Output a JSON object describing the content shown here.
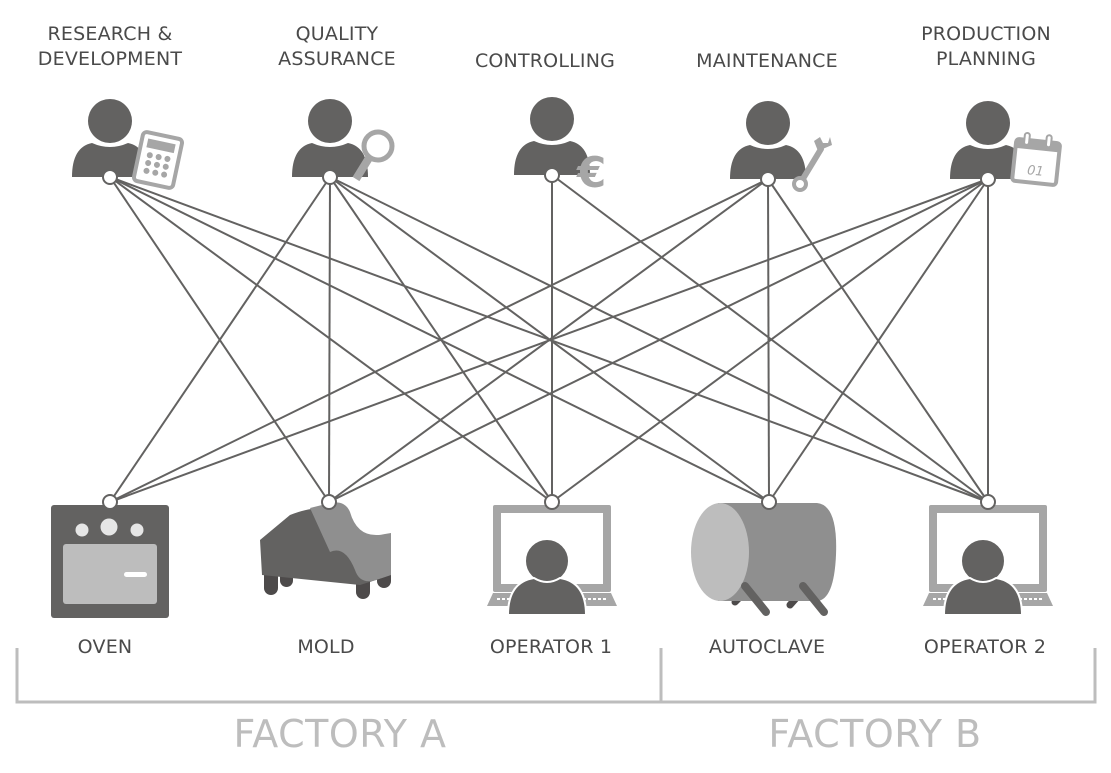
{
  "departments": [
    {
      "id": "rd",
      "label": "RESEARCH &\nDEVELOPMENT",
      "icon": "calculator-icon"
    },
    {
      "id": "qa",
      "label": "QUALITY\nASSURANCE",
      "icon": "magnifier-icon"
    },
    {
      "id": "ctrl",
      "label": "CONTROLLING",
      "icon": "euro-icon"
    },
    {
      "id": "maint",
      "label": "MAINTENANCE",
      "icon": "wrench-icon"
    },
    {
      "id": "pp",
      "label": "PRODUCTION\nPLANNING",
      "icon": "calendar-icon",
      "calendar_text": "01"
    }
  ],
  "resources": [
    {
      "id": "oven",
      "label": "OVEN",
      "icon": "oven-icon"
    },
    {
      "id": "mold",
      "label": "MOLD",
      "icon": "mold-icon"
    },
    {
      "id": "op1",
      "label": "OPERATOR 1",
      "icon": "operator-computer-icon"
    },
    {
      "id": "autoclave",
      "label": "AUTOCLAVE",
      "icon": "autoclave-icon"
    },
    {
      "id": "op2",
      "label": "OPERATOR 2",
      "icon": "operator-computer-icon"
    }
  ],
  "connections": [
    [
      "rd",
      "mold"
    ],
    [
      "rd",
      "op1"
    ],
    [
      "rd",
      "autoclave"
    ],
    [
      "rd",
      "op2"
    ],
    [
      "qa",
      "oven"
    ],
    [
      "qa",
      "mold"
    ],
    [
      "qa",
      "op1"
    ],
    [
      "qa",
      "autoclave"
    ],
    [
      "qa",
      "op2"
    ],
    [
      "ctrl",
      "op1"
    ],
    [
      "ctrl",
      "op2"
    ],
    [
      "maint",
      "oven"
    ],
    [
      "maint",
      "mold"
    ],
    [
      "maint",
      "autoclave"
    ],
    [
      "maint",
      "op2"
    ],
    [
      "pp",
      "oven"
    ],
    [
      "pp",
      "mold"
    ],
    [
      "pp",
      "op1"
    ],
    [
      "pp",
      "autoclave"
    ],
    [
      "pp",
      "op2"
    ]
  ],
  "factories": [
    {
      "label": "FACTORY A",
      "members": [
        "oven",
        "mold",
        "op1"
      ]
    },
    {
      "label": "FACTORY B",
      "members": [
        "autoclave",
        "op2"
      ]
    }
  ],
  "colors": {
    "dark": "#636261",
    "mid": "#8f8f8f",
    "light": "#a6a6a6",
    "pale": "#bdbdbd",
    "line": "#636261",
    "text": "#4a4a4a",
    "factory_text": "#bdbdbd"
  }
}
